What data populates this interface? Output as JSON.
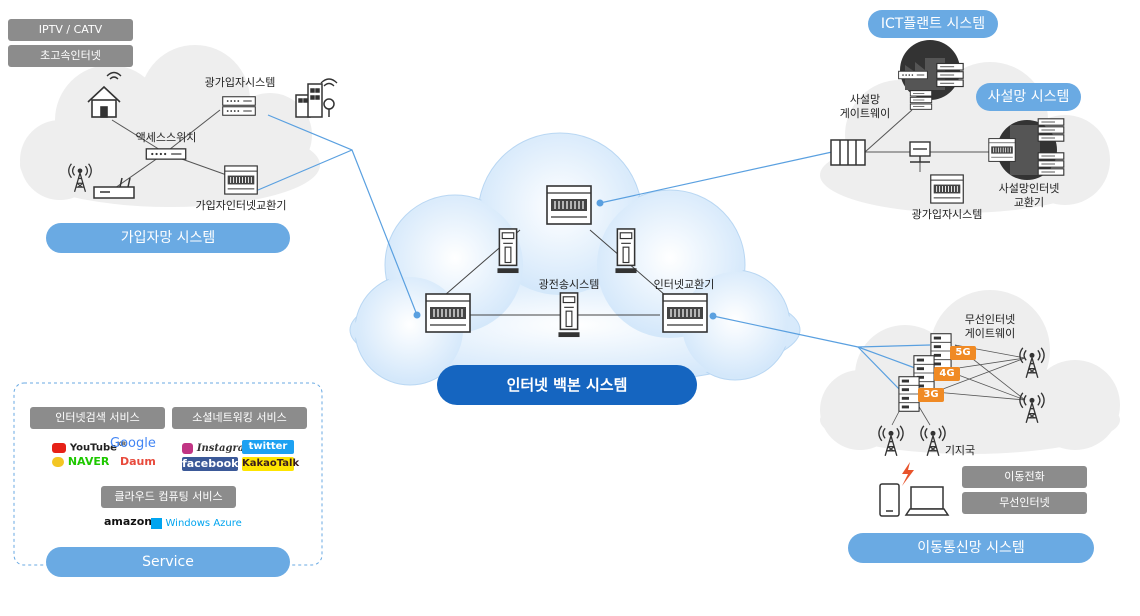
{
  "labels": {
    "tag_iptv": "IPTV / CATV",
    "tag_internet": "초고속인터넷",
    "opt_subscriber_sub": "광가입자시스템",
    "access_switch": "액세스스위치",
    "subscriber_exchange": "가입자인터넷교환기",
    "subscriber_system": "가입자망 시스템",
    "optical_transmission": "광전송시스템",
    "internet_exchange": "인터넷교환기",
    "backbone_system": "인터넷 백본 시스템",
    "ict_plant": "ICT플랜트 시스템",
    "private_gateway_1": "사설망",
    "private_gateway_2": "게이트웨이",
    "private_system": "사설망 시스템",
    "private_exchange_1": "사설망인터넷",
    "private_exchange_2": "교환기",
    "opt_subscriber_private": "광가입자시스템",
    "wireless_gateway_1": "무선인터넷",
    "wireless_gateway_2": "게이트웨이",
    "badge_5g": "5G",
    "badge_4g": "4G",
    "badge_3g": "3G",
    "base_station": "기지국",
    "tag_mobile_phone": "이동전화",
    "tag_wireless_internet": "무선인터넷",
    "mobile_system": "이동통신망 시스템",
    "tag_search": "인터넷검색 서비스",
    "tag_social": "소셜네트워킹 서비스",
    "tag_cloud": "클라우드 컴퓨팅 서비스",
    "service": "Service"
  },
  "logos": {
    "youtube": "YouTube",
    "youtube_kr": "KR",
    "google": "Google",
    "naver": "NAVER",
    "daum": "Daum",
    "instagram": "Instagram",
    "twitter": "twitter",
    "facebook": "facebook",
    "kakaotalk": "KakaoTalk",
    "amazon": "amazon",
    "windows_azure": "Windows Azure"
  },
  "colors": {
    "cloud": "#eeeeee",
    "backbone_cloud": "#dcecfb",
    "link_blue": "#5aa0e0",
    "pill_light": "#6aaae3",
    "pill_dark": "#1565c0",
    "badge_orange": "#f08a24",
    "tag_gray": "#8c8c8c"
  }
}
